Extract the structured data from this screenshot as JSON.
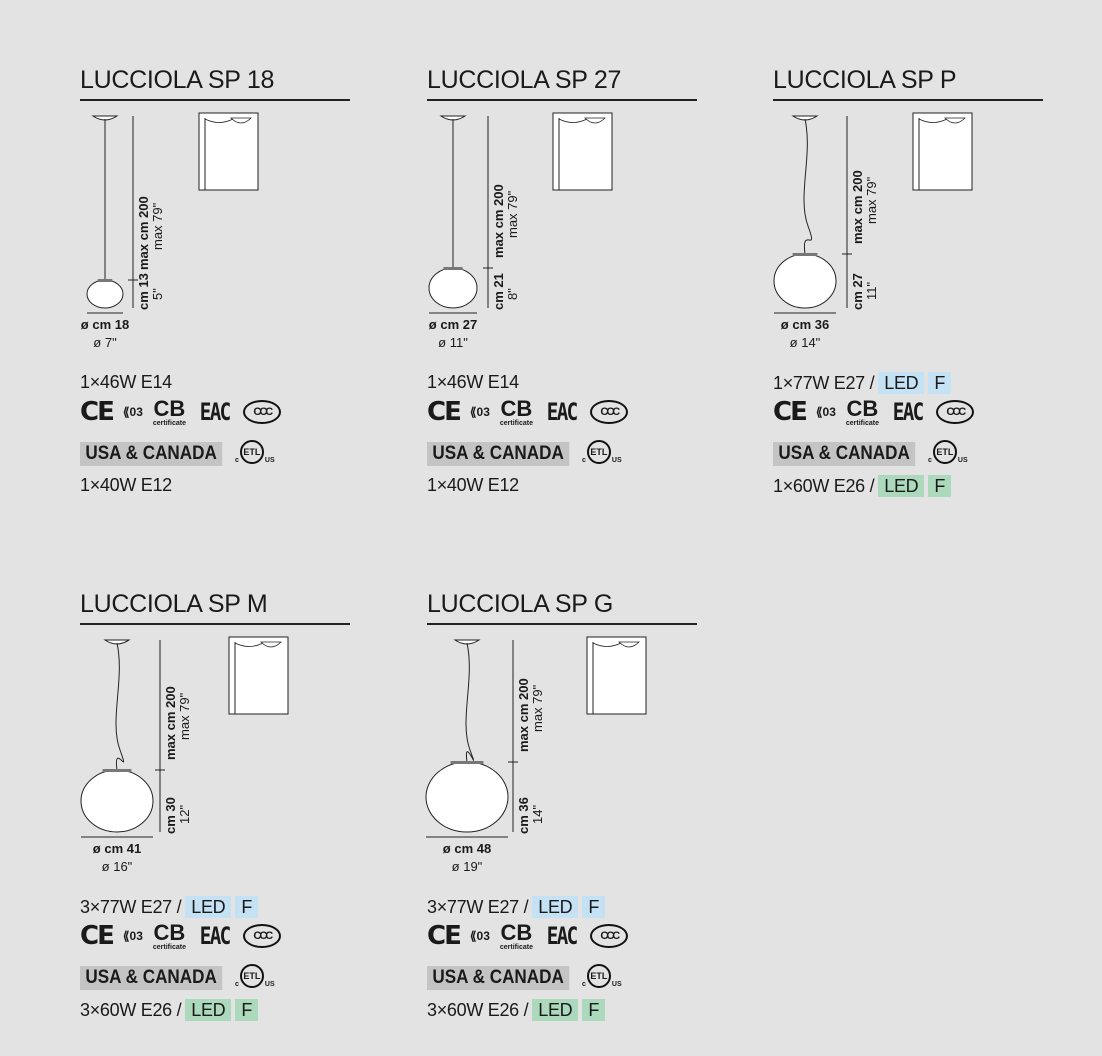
{
  "colors": {
    "background": "#e3e3e3",
    "led_blue": "#c5e2f5",
    "led_green": "#acd8bc",
    "usa_gray": "#c4c4c4"
  },
  "certifications": {
    "ce": "CE",
    "emc": "03",
    "cb": "CB",
    "cb_sub": "certificate",
    "eac": "EAC",
    "ccc": "CCC",
    "etl": "ETL",
    "etl_c": "c",
    "etl_us": "US",
    "usa_label": "USA & CANADA"
  },
  "products": [
    {
      "title": "LUCCIOLA SP 18",
      "height_cm": "max cm 200",
      "height_in": "max 79\"",
      "globe_h_cm": "cm 13",
      "globe_h_in": "5\"",
      "diam_cm": "ø cm 18",
      "diam_in": "ø 7\"",
      "spec_eu": "1×46W E14",
      "spec_eu_tags": [],
      "spec_us": "1×40W E12",
      "spec_us_tags": []
    },
    {
      "title": "LUCCIOLA SP 27",
      "height_cm": "max cm 200",
      "height_in": "max 79\"",
      "globe_h_cm": "cm 21",
      "globe_h_in": "8\"",
      "diam_cm": "ø cm 27",
      "diam_in": "ø 11\"",
      "spec_eu": "1×46W E14",
      "spec_eu_tags": [],
      "spec_us": "1×40W E12",
      "spec_us_tags": []
    },
    {
      "title": "LUCCIOLA SP P",
      "height_cm": "max cm 200",
      "height_in": "max 79\"",
      "globe_h_cm": "cm 27",
      "globe_h_in": "11\"",
      "diam_cm": "ø cm 36",
      "diam_in": "ø 14\"",
      "spec_eu": "1×77W E27 /",
      "spec_eu_tags": [
        "LED",
        "F"
      ],
      "spec_us": "1×60W E26 /",
      "spec_us_tags": [
        "LED",
        "F"
      ]
    },
    {
      "title": "LUCCIOLA SP M",
      "height_cm": "max cm 200",
      "height_in": "max 79\"",
      "globe_h_cm": "cm 30",
      "globe_h_in": "12\"",
      "diam_cm": "ø cm 41",
      "diam_in": "ø 16\"",
      "spec_eu": "3×77W E27 /",
      "spec_eu_tags": [
        "LED",
        "F"
      ],
      "spec_us": "3×60W E26 /",
      "spec_us_tags": [
        "LED",
        "F"
      ]
    },
    {
      "title": "LUCCIOLA SP G",
      "height_cm": "max cm 200",
      "height_in": "max 79\"",
      "globe_h_cm": "cm 36",
      "globe_h_in": "14\"",
      "diam_cm": "ø cm 48",
      "diam_in": "ø 19\"",
      "spec_eu": "3×77W E27 /",
      "spec_eu_tags": [
        "LED",
        "F"
      ],
      "spec_us": "3×60W E26 /",
      "spec_us_tags": [
        "LED",
        "F"
      ]
    }
  ]
}
